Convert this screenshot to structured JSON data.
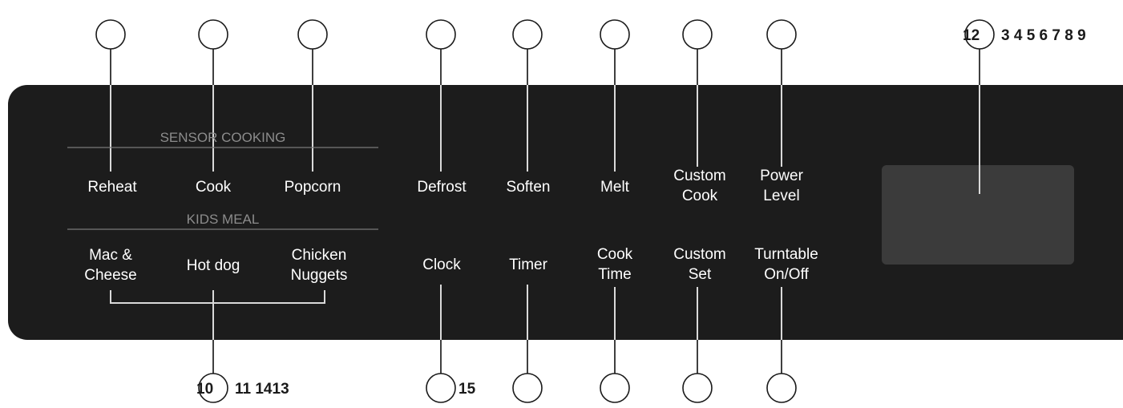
{
  "colors": {
    "panel": "#1c1c1c",
    "display": "#3b3b3b",
    "key_text": "#ffffff",
    "section_text": "#8c8c8c",
    "callout_stroke": "#1a1a1a"
  },
  "sections": {
    "sensor_cooking": "SENSOR COOKING",
    "kids_meal": "KIDS MEAL"
  },
  "keys": {
    "reheat": [
      "Reheat"
    ],
    "cook": [
      "Cook"
    ],
    "popcorn": [
      "Popcorn"
    ],
    "defrost": [
      "Defrost"
    ],
    "soften": [
      "Soften"
    ],
    "melt": [
      "Melt"
    ],
    "custom_cook": [
      "Custom",
      "Cook"
    ],
    "power_level": [
      "Power",
      "Level"
    ],
    "mac_cheese": [
      "Mac &",
      "Cheese"
    ],
    "hot_dog": [
      "Hot dog"
    ],
    "chicken_nuggets": [
      "Chicken",
      "Nuggets"
    ],
    "clock": [
      "Clock"
    ],
    "timer": [
      "Timer"
    ],
    "cook_time": [
      "Cook",
      "Time"
    ],
    "custom_set": [
      "Custom",
      "Set"
    ],
    "turntable": [
      "Turntable",
      "On/Off"
    ]
  },
  "callouts": {
    "top_right_a": "12",
    "top_right_b": "3 4 5 6 7 8 9",
    "bottom_left_a": "10",
    "bottom_left_b": "11 1413",
    "bottom_clock": "15"
  }
}
